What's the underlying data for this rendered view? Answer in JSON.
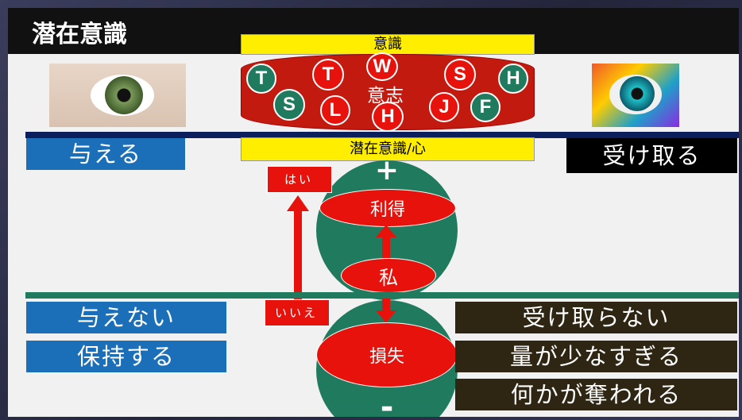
{
  "title": "潜在意識",
  "labels": {
    "conscious": "意識",
    "will": "意志",
    "subconscious": "潜在意識/心",
    "yes": "はい",
    "no": "いいえ",
    "plus": "+",
    "minus": "-",
    "gain": "利得",
    "self": "私",
    "loss": "損失"
  },
  "left_buttons": [
    "与える",
    "与えない",
    "保持する"
  ],
  "right_buttons": [
    "受け取る",
    "受け取らない",
    "量が少なすぎる",
    "何かが奪われる"
  ],
  "will_letters": [
    "T",
    "T",
    "W",
    "S",
    "H",
    "S",
    "L",
    "H",
    "J",
    "F"
  ]
}
